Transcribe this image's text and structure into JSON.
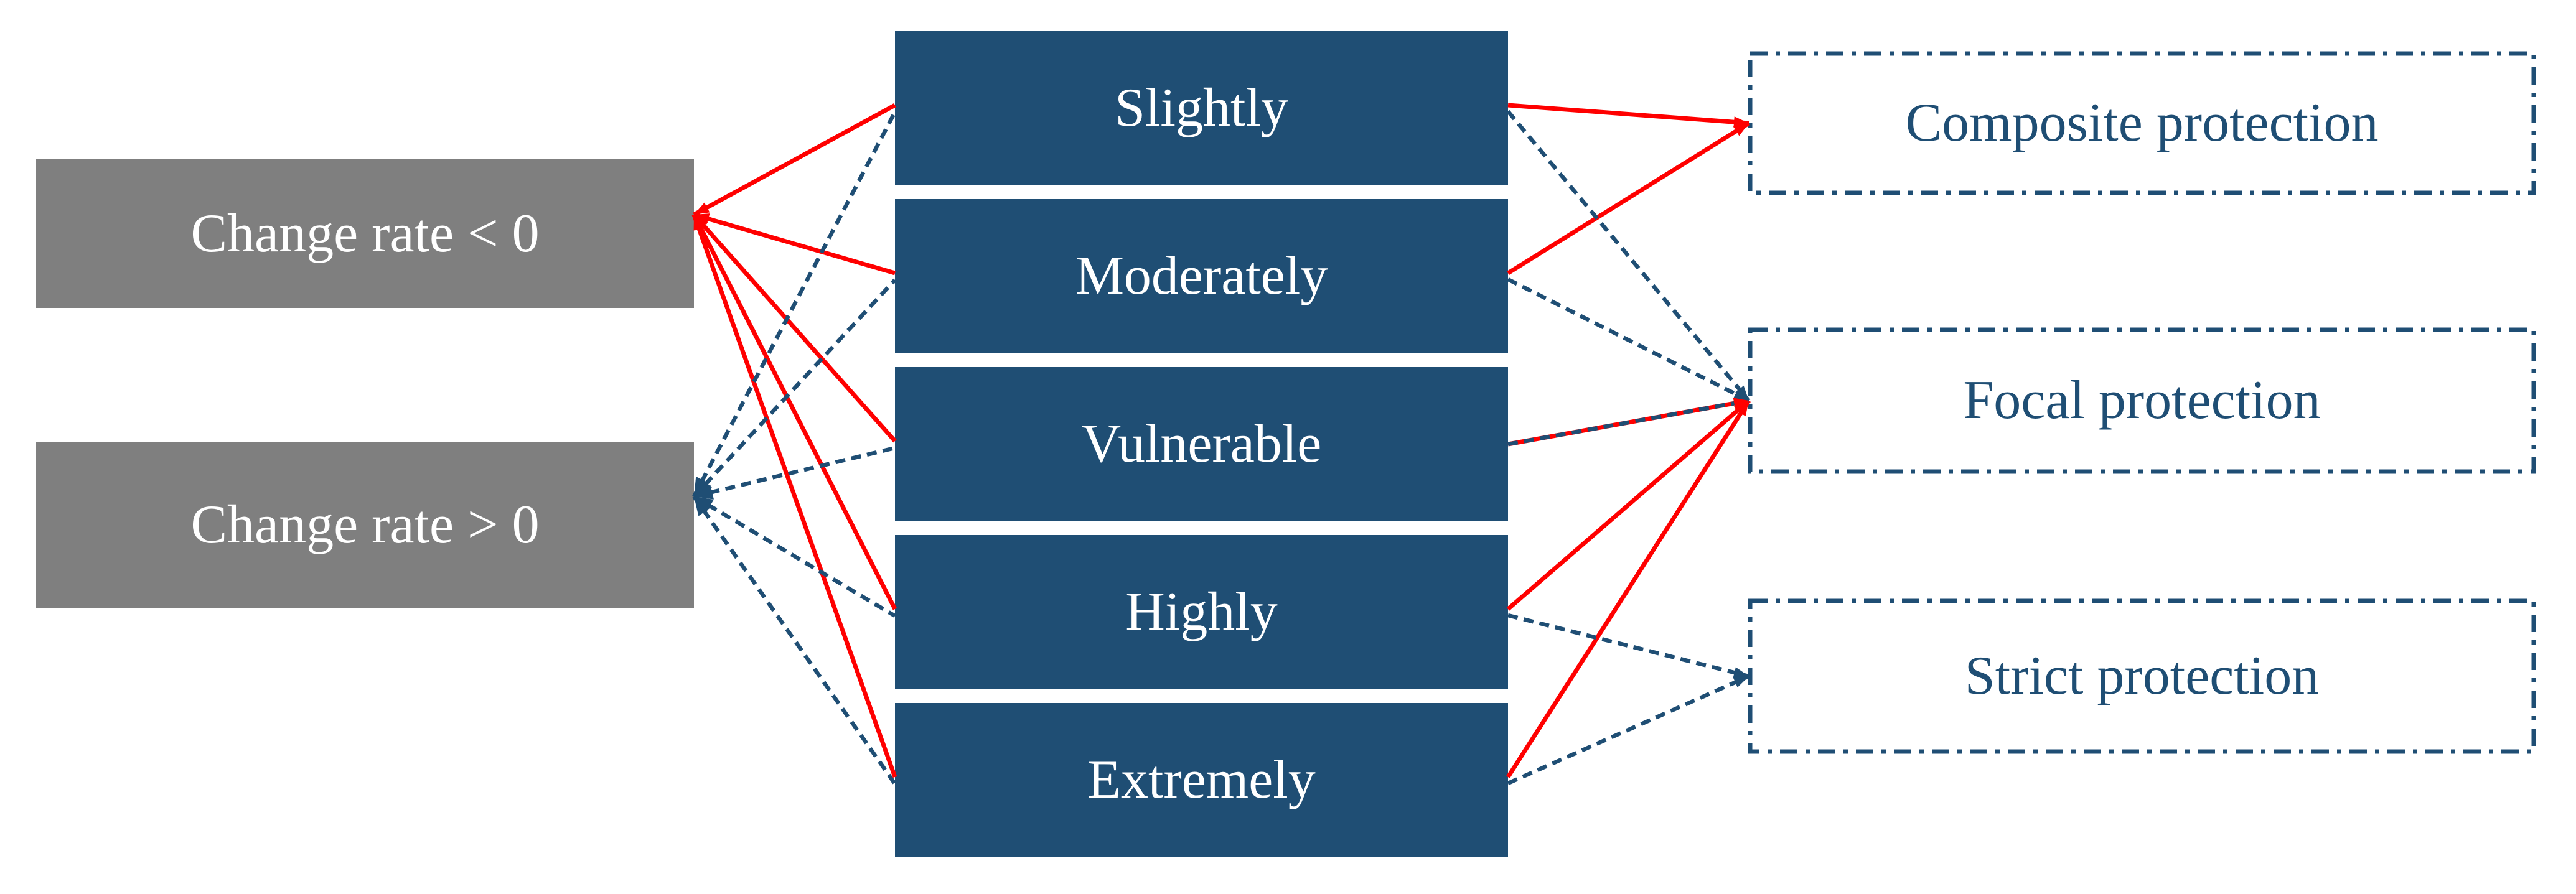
{
  "diagram": {
    "left_nodes": [
      {
        "id": "change_lt0",
        "label": "Change rate < 0"
      },
      {
        "id": "change_gt0",
        "label": "Change rate > 0"
      }
    ],
    "middle_nodes": [
      {
        "id": "slightly",
        "label": "Slightly"
      },
      {
        "id": "moderately",
        "label": "Moderately"
      },
      {
        "id": "vulnerable",
        "label": "Vulnerable"
      },
      {
        "id": "highly",
        "label": "Highly"
      },
      {
        "id": "extremely",
        "label": "Extremely"
      }
    ],
    "right_nodes": [
      {
        "id": "composite",
        "label": "Composite protection"
      },
      {
        "id": "focal",
        "label": "Focal protection"
      },
      {
        "id": "strict",
        "label": "Strict protection"
      }
    ],
    "edges": [
      {
        "from": "change_lt0",
        "to": "slightly",
        "style": "red-solid"
      },
      {
        "from": "change_lt0",
        "to": "moderately",
        "style": "red-solid"
      },
      {
        "from": "change_lt0",
        "to": "vulnerable",
        "style": "red-solid"
      },
      {
        "from": "change_lt0",
        "to": "highly",
        "style": "red-solid"
      },
      {
        "from": "change_lt0",
        "to": "extremely",
        "style": "red-solid"
      },
      {
        "from": "change_gt0",
        "to": "slightly",
        "style": "blue-dashed"
      },
      {
        "from": "change_gt0",
        "to": "moderately",
        "style": "blue-dashed"
      },
      {
        "from": "change_gt0",
        "to": "vulnerable",
        "style": "blue-dashed"
      },
      {
        "from": "change_gt0",
        "to": "highly",
        "style": "blue-dashed"
      },
      {
        "from": "change_gt0",
        "to": "extremely",
        "style": "blue-dashed"
      },
      {
        "from": "slightly",
        "to": "composite",
        "style": "red-solid"
      },
      {
        "from": "slightly",
        "to": "focal",
        "style": "blue-dashed"
      },
      {
        "from": "moderately",
        "to": "composite",
        "style": "red-solid"
      },
      {
        "from": "moderately",
        "to": "focal",
        "style": "blue-dashed"
      },
      {
        "from": "vulnerable",
        "to": "focal",
        "style": "red-solid"
      },
      {
        "from": "vulnerable",
        "to": "focal",
        "style": "blue-dashed"
      },
      {
        "from": "highly",
        "to": "focal",
        "style": "red-solid"
      },
      {
        "from": "highly",
        "to": "strict",
        "style": "blue-dashed"
      },
      {
        "from": "extremely",
        "to": "focal",
        "style": "red-solid"
      },
      {
        "from": "extremely",
        "to": "strict",
        "style": "blue-dashed"
      }
    ],
    "colors": {
      "red": "#FF0000",
      "blue": "#1F4E74",
      "gray": "#7F7F7F",
      "bg": "#FFFFFF",
      "text_light": "#FFFFFF"
    }
  }
}
